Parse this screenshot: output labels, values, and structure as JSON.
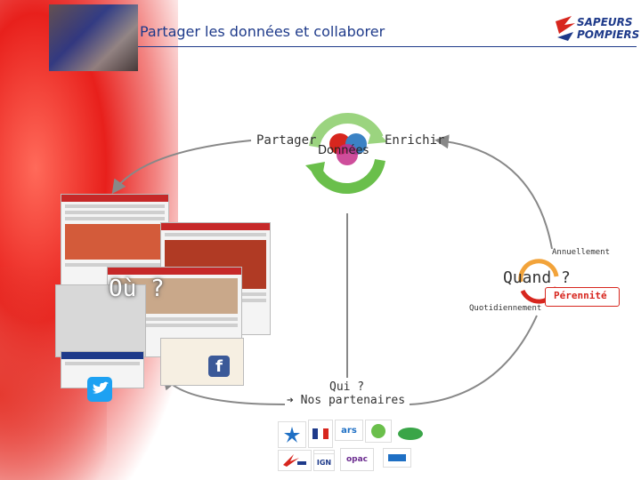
{
  "slide": {
    "title": "Partager les données et collaborer",
    "center_label": "Données",
    "left_label": "Partager",
    "right_label": "Enrichir",
    "where_label": "Où ?",
    "when_label": "Quand ?",
    "annually_label": "Annuellement",
    "daily_label": "Quotidiennement",
    "durability_label": "Pérennité",
    "who_label": "Qui ?",
    "partners_label": "➔ Nos partenaires"
  },
  "branding": {
    "logo_line1": "SAPEURS",
    "logo_line2": "POMPIERS",
    "brand_red": "#d7261e",
    "brand_blue": "#1e3a8a"
  },
  "partners": {
    "ars": "ars",
    "ign": "IGN",
    "opac": "opac"
  },
  "colors": {
    "cycle_green": "#6abf4b",
    "accent_red": "#d7261e",
    "arc_gray": "#888888"
  }
}
